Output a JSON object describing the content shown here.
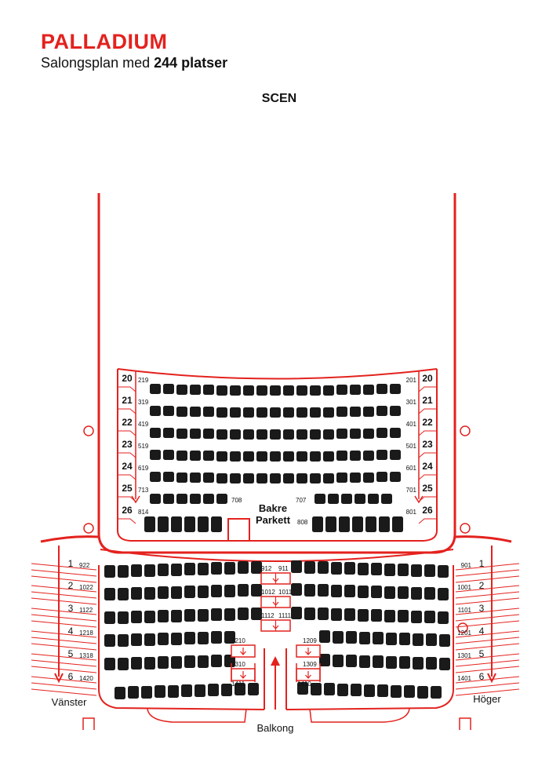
{
  "title": "PALLADIUM",
  "subtitle_prefix": "Salongsplan med",
  "subtitle_count": "244 platser",
  "stage_label": "SCEN",
  "colors": {
    "accent": "#e3221e",
    "seat": "#1a1a1a"
  },
  "bakre_parkett": {
    "label_line1": "Bakre",
    "label_line2": "Parkett",
    "rows": [
      {
        "row": "20",
        "left": "219",
        "right": "201"
      },
      {
        "row": "21",
        "left": "319",
        "right": "301"
      },
      {
        "row": "22",
        "left": "419",
        "right": "401"
      },
      {
        "row": "23",
        "left": "519",
        "right": "501"
      },
      {
        "row": "24",
        "left": "619",
        "right": "601"
      },
      {
        "row": "25",
        "left": "713",
        "right": "701"
      },
      {
        "row": "26",
        "left": "814",
        "right": "801"
      }
    ],
    "inner_left": "708",
    "inner_right": "707",
    "inner_bottom": "808"
  },
  "balkong": {
    "label": "Balkong",
    "left_label": "Vänster",
    "right_label": "Höger",
    "rows": [
      {
        "row": "1",
        "left": "922",
        "right": "901"
      },
      {
        "row": "2",
        "left": "1022",
        "right": "1001"
      },
      {
        "row": "3",
        "left": "1122",
        "right": "1101"
      },
      {
        "row": "4",
        "left": "1218",
        "right": "1201"
      },
      {
        "row": "5",
        "left": "1318",
        "right": "1301"
      },
      {
        "row": "6",
        "left": "1420",
        "right": "1401"
      }
    ],
    "aisle_top": [
      {
        "left": "912",
        "right": "911"
      },
      {
        "left": "1012",
        "right": "1011"
      },
      {
        "left": "1112",
        "right": "1111"
      }
    ],
    "aisle_left": [
      "1210",
      "1310",
      "1411"
    ],
    "aisle_right": [
      "1209",
      "1309",
      "1410"
    ]
  }
}
